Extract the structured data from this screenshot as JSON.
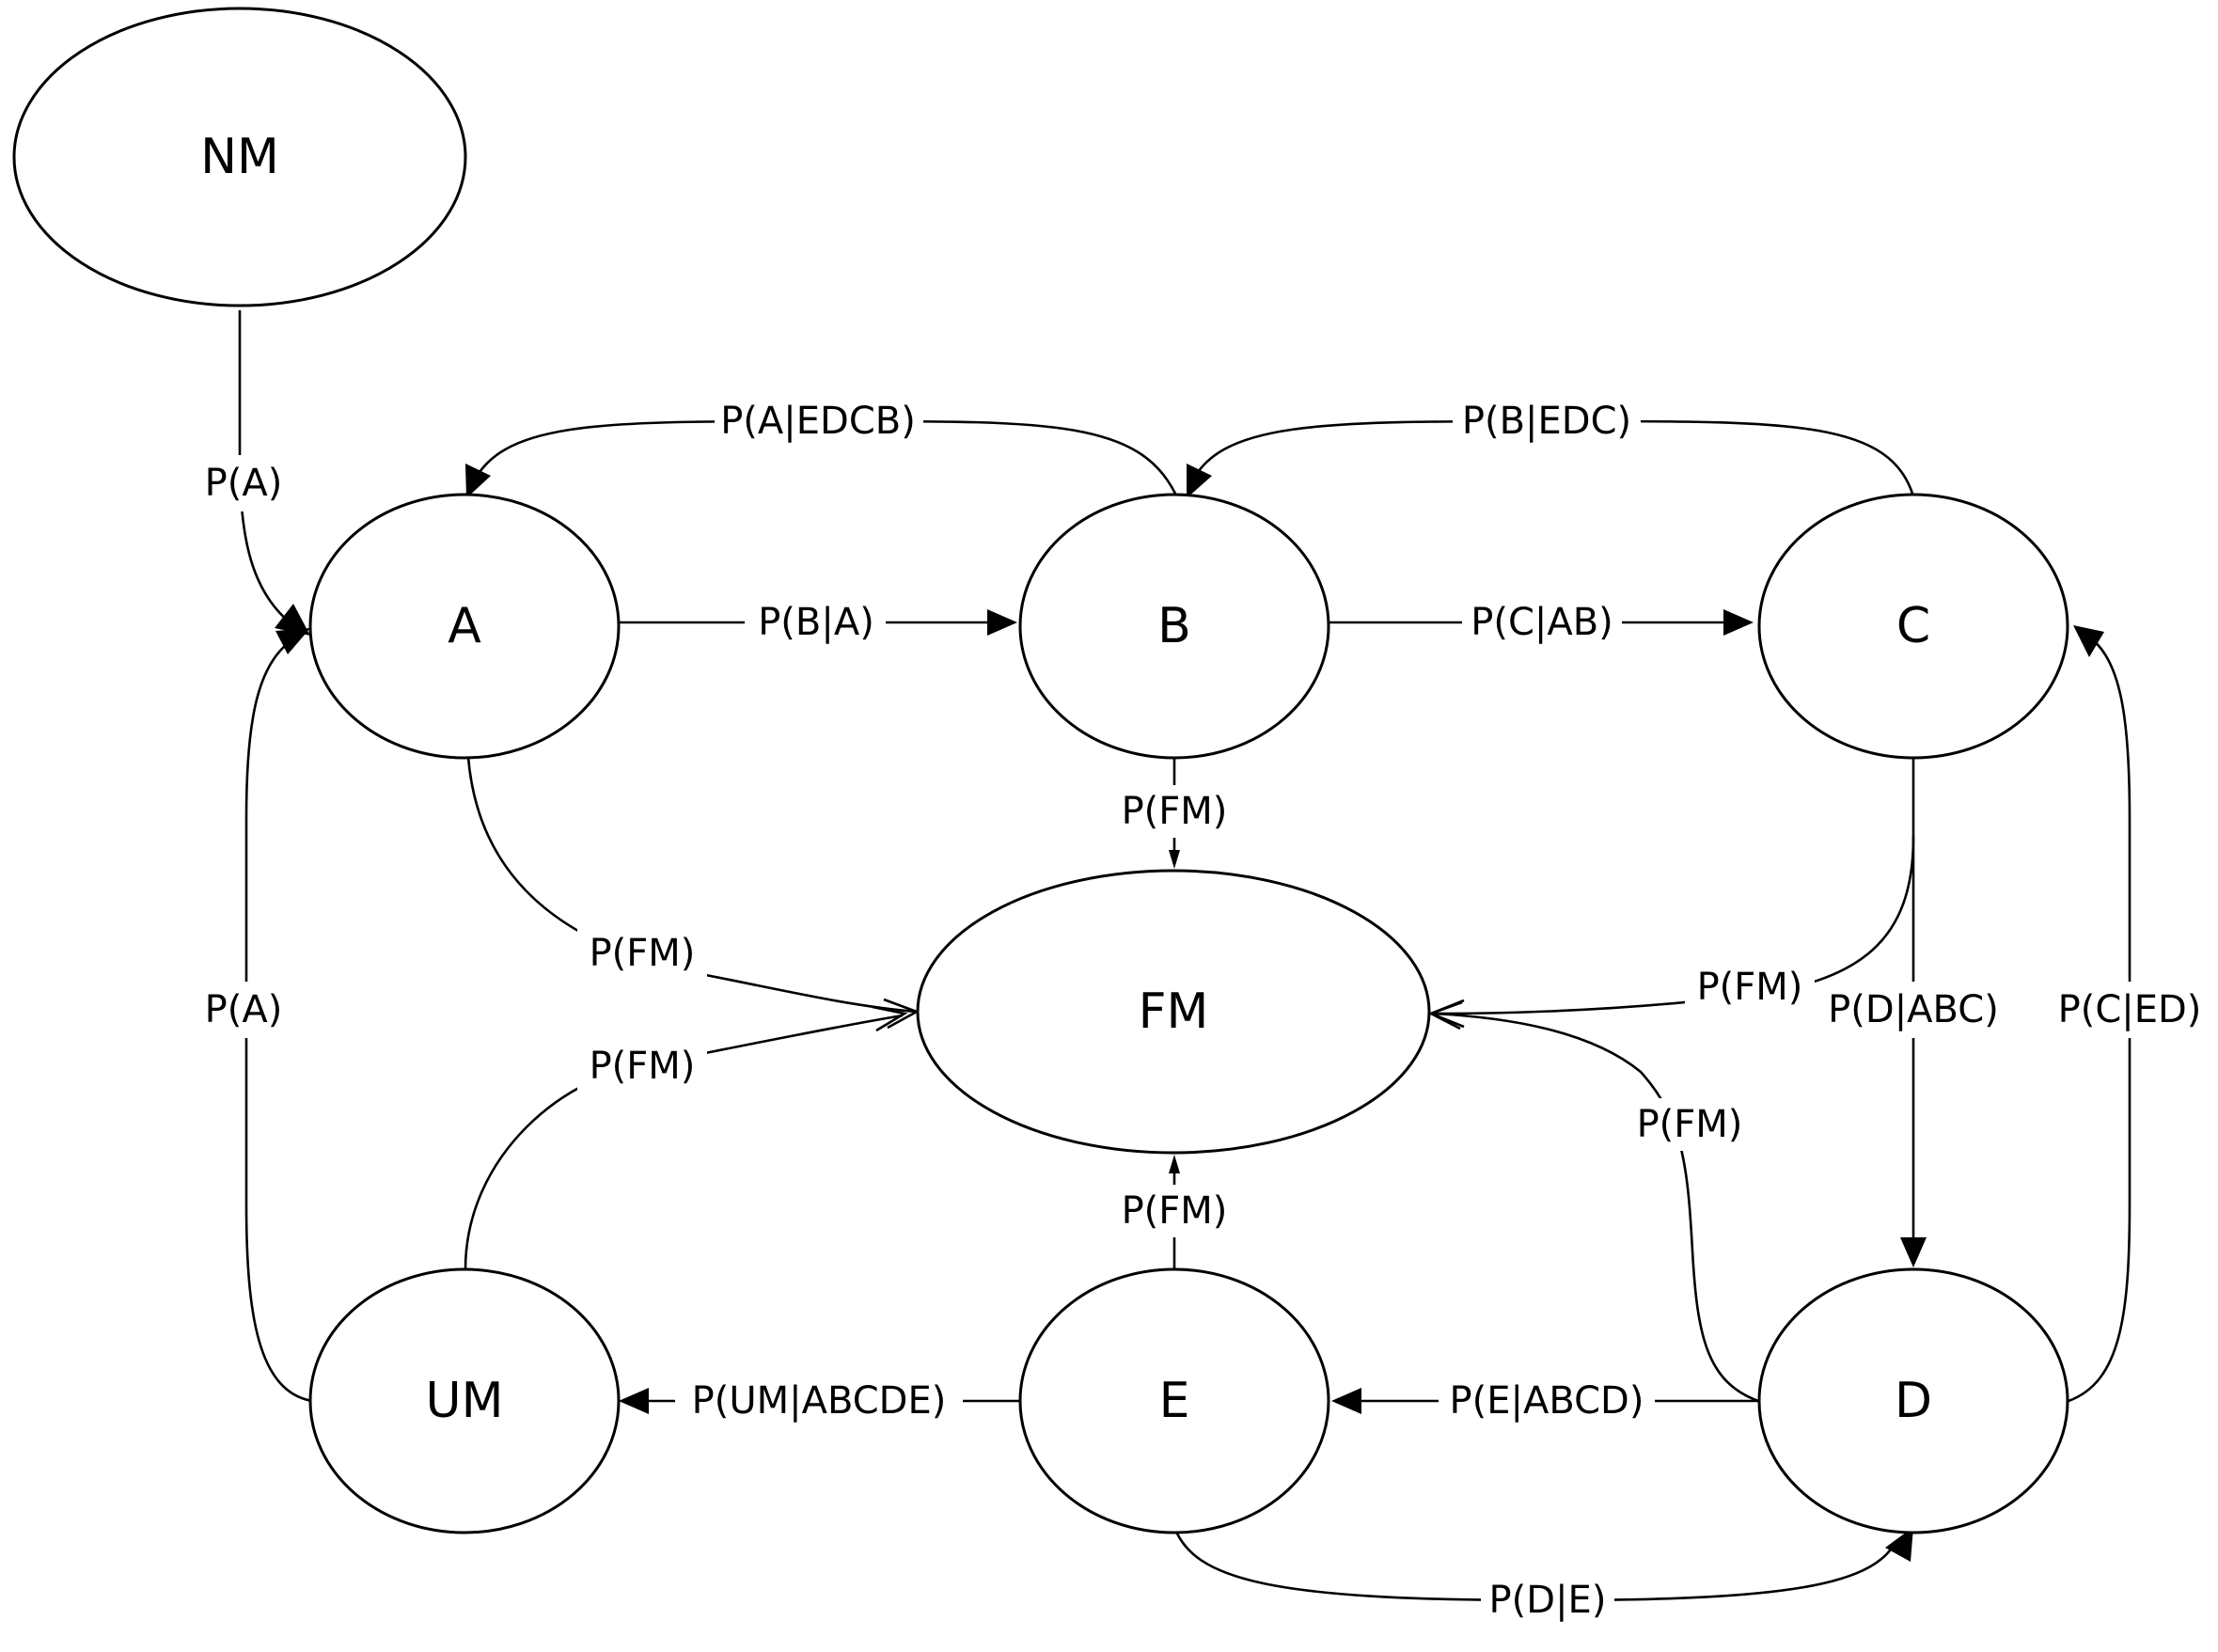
{
  "nodes": [
    {
      "id": "NM",
      "label": "NM"
    },
    {
      "id": "A",
      "label": "A"
    },
    {
      "id": "B",
      "label": "B"
    },
    {
      "id": "C",
      "label": "C"
    },
    {
      "id": "FM",
      "label": "FM"
    },
    {
      "id": "UM",
      "label": "UM"
    },
    {
      "id": "E",
      "label": "E"
    },
    {
      "id": "D",
      "label": "D"
    }
  ],
  "edges": [
    {
      "id": "nm-a",
      "from": "NM",
      "to": "A",
      "label": "P(A)"
    },
    {
      "id": "b-a",
      "from": "B",
      "to": "A",
      "label": "P(A|EDCB)"
    },
    {
      "id": "c-b",
      "from": "C",
      "to": "B",
      "label": "P(B|EDC)"
    },
    {
      "id": "a-b",
      "from": "A",
      "to": "B",
      "label": "P(B|A)"
    },
    {
      "id": "b-c",
      "from": "B",
      "to": "C",
      "label": "P(C|AB)"
    },
    {
      "id": "b-fm",
      "from": "B",
      "to": "FM",
      "label": "P(FM)"
    },
    {
      "id": "a-fm",
      "from": "A",
      "to": "FM",
      "label": "P(FM)"
    },
    {
      "id": "um-fm",
      "from": "UM",
      "to": "FM",
      "label": "P(FM)"
    },
    {
      "id": "c-fm",
      "from": "C",
      "to": "FM",
      "label": "P(FM)"
    },
    {
      "id": "d-fm",
      "from": "D",
      "to": "FM",
      "label": "P(FM)"
    },
    {
      "id": "e-fm",
      "from": "E",
      "to": "FM",
      "label": "P(FM)"
    },
    {
      "id": "um-a",
      "from": "UM",
      "to": "A",
      "label": "P(A)"
    },
    {
      "id": "c-d",
      "from": "C",
      "to": "D",
      "label": "P(D|ABC)"
    },
    {
      "id": "d-c",
      "from": "D",
      "to": "C",
      "label": "P(C|ED)"
    },
    {
      "id": "e-um",
      "from": "E",
      "to": "UM",
      "label": "P(UM|ABCDE)"
    },
    {
      "id": "d-e",
      "from": "D",
      "to": "E",
      "label": "P(E|ABCD)"
    },
    {
      "id": "e-d",
      "from": "E",
      "to": "D",
      "label": "P(D|E)"
    }
  ]
}
